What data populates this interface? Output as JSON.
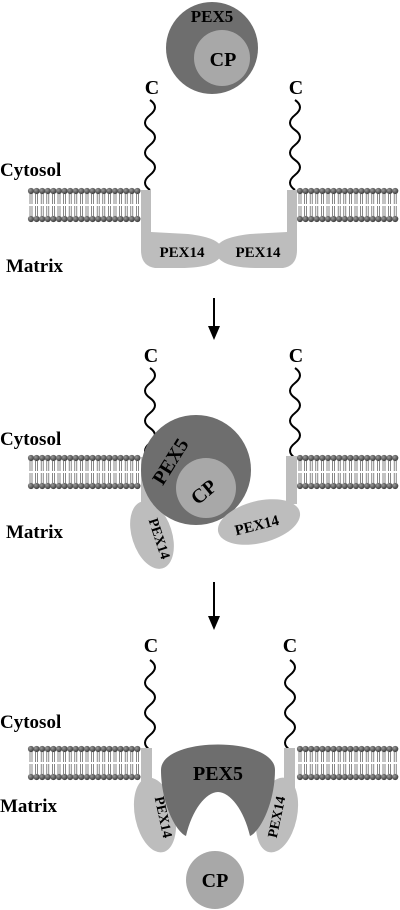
{
  "panels": [
    {
      "cytosol": "Cytosol",
      "matrix": "Matrix",
      "c_left": "C",
      "c_right": "C",
      "pex14_left": "PEX14",
      "pex14_right": "PEX14",
      "pex5": "PEX5",
      "cp": "CP"
    },
    {
      "cytosol": "Cytosol",
      "matrix": "Matrix",
      "c_left": "C",
      "c_right": "C",
      "pex14_left": "PEX14",
      "pex14_right": "PEX14",
      "pex5": "PEX5",
      "cp": "CP"
    },
    {
      "cytosol": "Cytosol",
      "matrix": "Matrix",
      "c_left": "C",
      "c_right": "C",
      "pex14_left": "PEX14",
      "pex14_right": "PEX14",
      "pex5": "PEX5",
      "cp": "CP"
    }
  ],
  "colors": {
    "membrane_head": "#5a5a5a",
    "pex14": "#bdbdbd",
    "pex5": "#6e6e6e",
    "cp": "#a8a8a8"
  }
}
